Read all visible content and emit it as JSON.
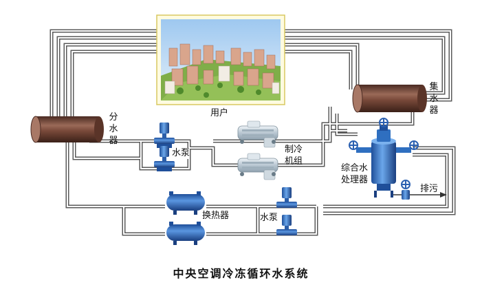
{
  "labels": {
    "user": "用户",
    "distributor": "分水器",
    "collector": "集水器",
    "pump_top": "水泵",
    "chiller": "制冷\n机组",
    "water_treatment": "综合水\n处理器",
    "drain": "排污",
    "heat_exchanger": "换热器",
    "pump_bottom": "水泵"
  },
  "caption": "中央空调冷冻循环水系统",
  "colors": {
    "pipe_outline": "#555555",
    "header_body": "#7a4a3a",
    "pump_blue": "#2f6fc0",
    "exchanger_blue": "#2a62c8",
    "chiller_gray": "#c9d4dc",
    "treatment_blue": "#3d86d8"
  }
}
